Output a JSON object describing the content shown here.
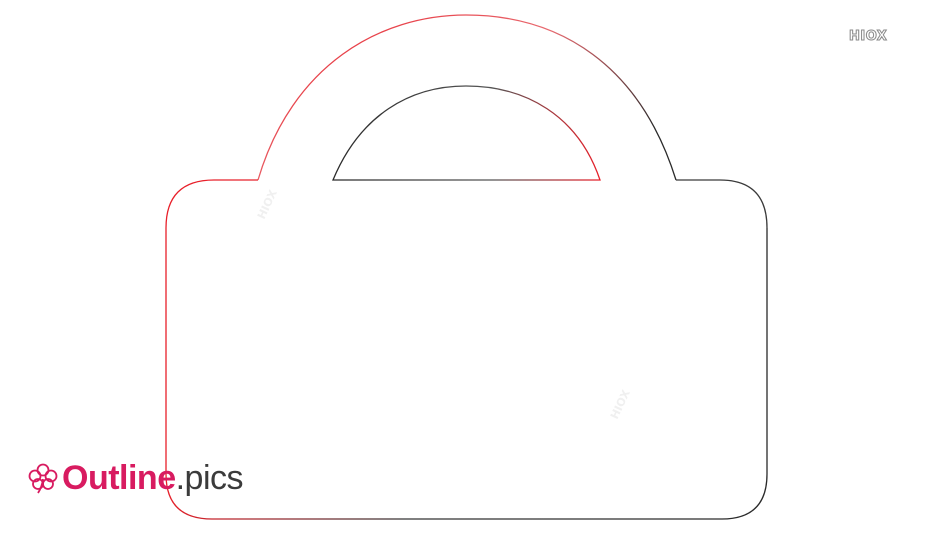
{
  "subject": "bag-outline-icon",
  "colors": {
    "outline_red": "#e8202a",
    "outline_dark": "#2a2a2a",
    "brand_pink": "#d81b60",
    "brand_gray": "#3b3b3b",
    "watermark_gray": "#8a8a8a"
  },
  "watermark": {
    "corner_label": "HIOX",
    "faint_label": "HIOX"
  },
  "brand": {
    "icon": "flower-icon",
    "name": "Outline",
    "extension": ".pics"
  }
}
